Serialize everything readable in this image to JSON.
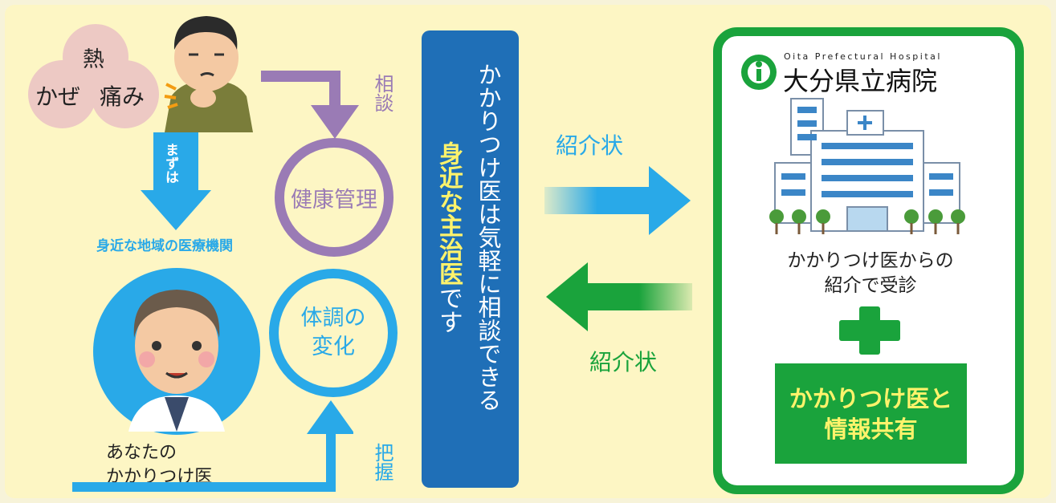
{
  "symptoms": {
    "fever": "熱",
    "cold": "かぜ",
    "pain": "痛み"
  },
  "labels": {
    "consult": "相談",
    "first": "まずは",
    "local_facility": "身近な地域の医療機関",
    "your_doctor_line1": "あなたの",
    "your_doctor_line2": "かかりつけ医",
    "grasp": "把握"
  },
  "circles": {
    "health": "健康管理",
    "condition_line1": "体調の",
    "condition_line2": "変化"
  },
  "center": {
    "line1": "かかりつけ医は気軽に相談できる",
    "line2_highlight": "身近な主治医",
    "line2_suffix": "です"
  },
  "referral": {
    "top": "紹介状",
    "bottom": "紹介状"
  },
  "hospital": {
    "english": "Oita Prefectural Hospital",
    "name": "大分県立病院",
    "caption_line1": "かかりつけ医からの",
    "caption_line2": "紹介で受診",
    "share_line1": "かかりつけ医と",
    "share_line2": "情報共有"
  },
  "colors": {
    "purple": "#9a7bb5",
    "light_blue": "#29a9e8",
    "navy": "#1f6fb7",
    "green": "#1aa33c",
    "yellow": "#fff36b",
    "background": "#fdf6c4"
  }
}
